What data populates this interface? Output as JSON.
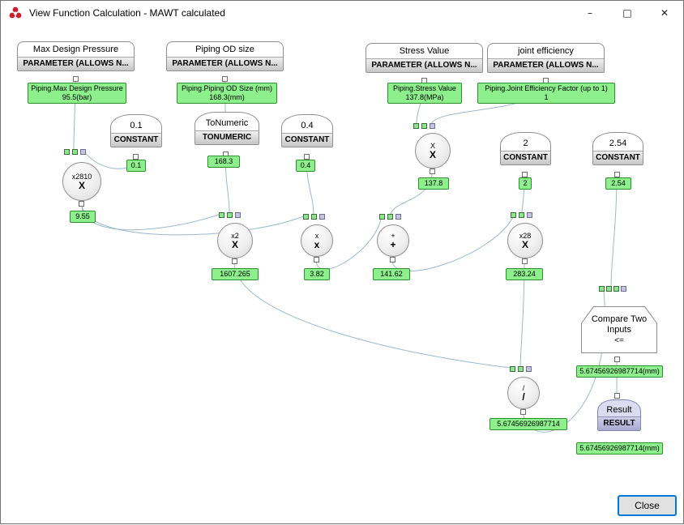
{
  "window": {
    "title": "View Function Calculation - MAWT calculated",
    "minimize_glyph": "–",
    "maximize_glyph": "□",
    "close_glyph": "✕"
  },
  "footer": {
    "close_label": "Close"
  },
  "colors": {
    "value_label_green": "#8df08d",
    "port_green": "#8de58d",
    "port_lavender": "#c4c4e0",
    "wire_blue": "#9cb9ca",
    "focus_border_blue": "#0078d7",
    "result_lavender": "#dcdcf0"
  },
  "parameters": [
    {
      "title": "Max Design Pressure",
      "kind": "PARAMETER (ALLOWS N...",
      "label1": "Piping.Max Design Pressure",
      "label2": "95.5(bar)"
    },
    {
      "title": "Piping OD size",
      "kind": "PARAMETER (ALLOWS N...",
      "label1": "Piping.Piping OD Size (mm)",
      "label2": "168.3(mm)"
    },
    {
      "title": "Stress Value",
      "kind": "PARAMETER (ALLOWS N...",
      "label1": "Piping.Stress Value",
      "label2": "137.8(MPa)"
    },
    {
      "title": "joint efficiency",
      "kind": "PARAMETER (ALLOWS N...",
      "label1": "Piping.Joint Efficiency Factor (up to 1)",
      "label2": "1"
    }
  ],
  "constants": [
    {
      "title": "0.1",
      "kind": "CONSTANT",
      "value": "0.1"
    },
    {
      "title": "ToNumeric",
      "kind": "TONUMERIC",
      "value": "168.3"
    },
    {
      "title": "0.4",
      "kind": "CONSTANT",
      "value": "0.4"
    },
    {
      "title": "2",
      "kind": "CONSTANT",
      "value": "2"
    },
    {
      "title": "2.54",
      "kind": "CONSTANT",
      "value": "2.54"
    }
  ],
  "operators": [
    {
      "title": "x2810",
      "op": "X",
      "value": "9.55"
    },
    {
      "title": "X",
      "op": "X",
      "value": "137.8"
    },
    {
      "title": "x2",
      "op": "X",
      "value": "1607.265"
    },
    {
      "title": "x",
      "op": "x",
      "value": "3.82"
    },
    {
      "title": "+",
      "op": "+",
      "value": "141.62"
    },
    {
      "title": "x28",
      "op": "X",
      "value": "283.24"
    },
    {
      "title": "/",
      "op": "/",
      "value": "5.67456926987714"
    }
  ],
  "compare": {
    "title": "Compare Two Inputs",
    "op": "<=",
    "value": "5.67456926987714(mm)"
  },
  "result": {
    "title": "Result",
    "kind": "RESULT",
    "value": "5.67456926987714(mm)"
  }
}
